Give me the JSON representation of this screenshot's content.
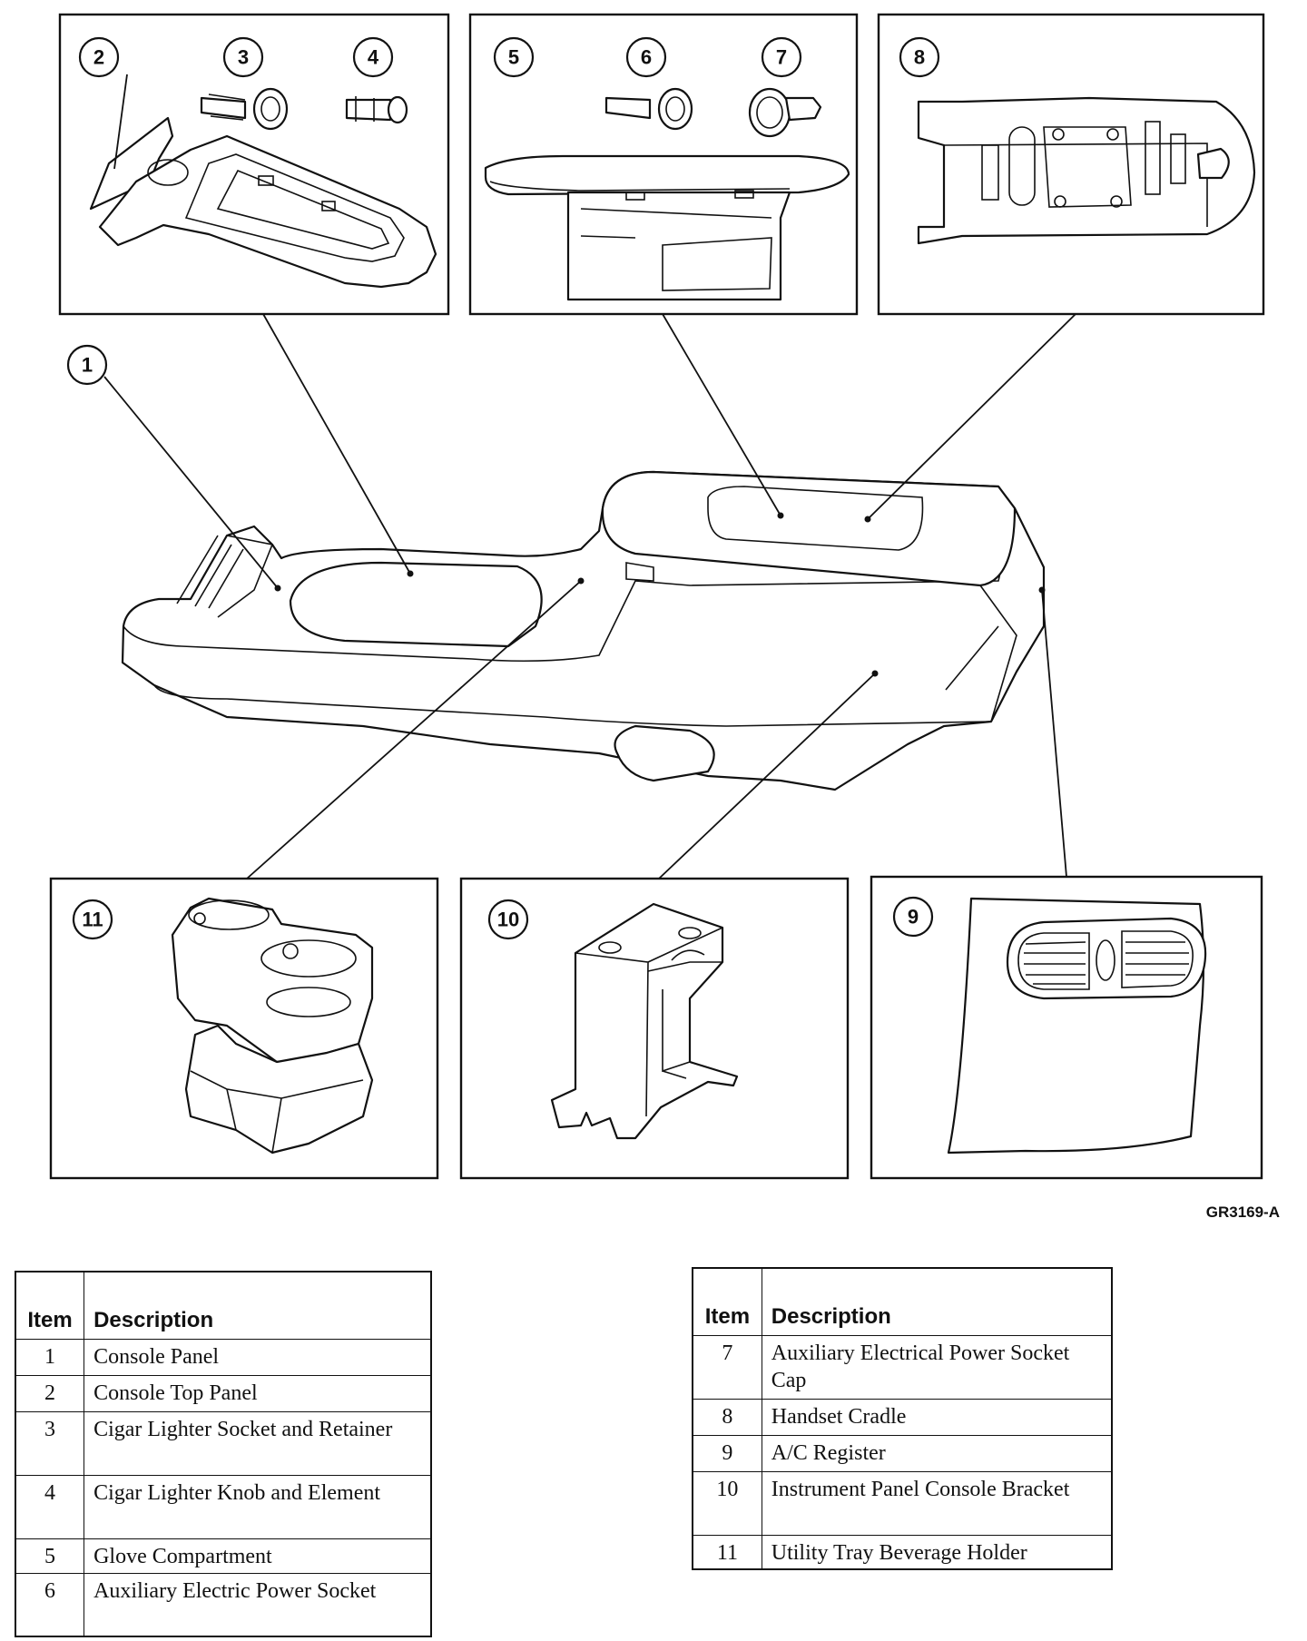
{
  "figure_id": "GR3169-A",
  "callouts": {
    "c1": "1",
    "c2": "2",
    "c3": "3",
    "c4": "4",
    "c5": "5",
    "c6": "6",
    "c7": "7",
    "c8": "8",
    "c9": "9",
    "c10": "10",
    "c11": "11"
  },
  "legend_left": {
    "header_item": "Item",
    "header_desc": "Description",
    "rows": [
      {
        "item": "1",
        "desc": "Console Panel"
      },
      {
        "item": "2",
        "desc": "Console Top Panel"
      },
      {
        "item": "3",
        "desc": "Cigar Lighter Socket and Retainer"
      },
      {
        "item": "4",
        "desc": "Cigar Lighter Knob and Element"
      },
      {
        "item": "5",
        "desc": "Glove Compartment"
      },
      {
        "item": "6",
        "desc": "Auxiliary Electric Power Socket"
      }
    ]
  },
  "legend_right": {
    "header_item": "Item",
    "header_desc": "Description",
    "rows": [
      {
        "item": "7",
        "desc": "Auxiliary Electrical Power Socket Cap"
      },
      {
        "item": "8",
        "desc": "Handset Cradle"
      },
      {
        "item": "9",
        "desc": "A/C Register"
      },
      {
        "item": "10",
        "desc": "Instrument Panel Console Bracket"
      },
      {
        "item": "11",
        "desc": "Utility Tray Beverage Holder"
      }
    ]
  }
}
